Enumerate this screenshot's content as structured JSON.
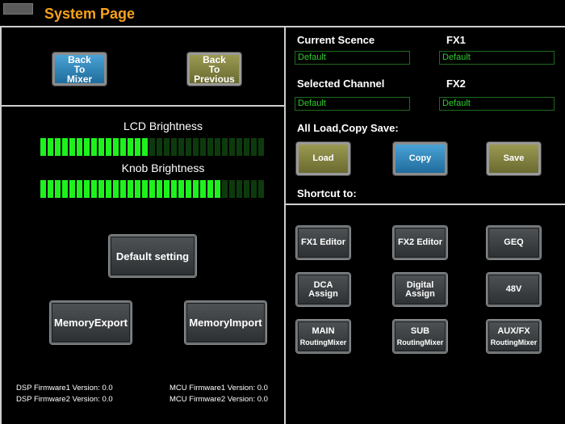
{
  "header": {
    "title": "System Page",
    "back_tab_label": ""
  },
  "left": {
    "back_to_mixer": "Back\nTo\nMixer",
    "back_to_previous": "Back\nTo\nPrevious",
    "lcd_label": "LCD Brightness",
    "lcd_level": 0.47,
    "knob_label": "Knob Brightness",
    "knob_level": 0.82,
    "default_setting": "Default setting",
    "memory_export": "MemoryExport",
    "memory_import": "MemoryImport",
    "dsp_fw1": "DSP Firmware1 Version: 0.0",
    "dsp_fw2": "DSP Firmware2 Version: 0.0",
    "mcu_fw1": "MCU Firmware1 Version: 0.0",
    "mcu_fw2": "MCU Firmware2 Version: 0.0"
  },
  "right": {
    "current_scene_label": "Current Scence",
    "current_scene_value": "Default",
    "fx1_label": "FX1",
    "fx1_value": "Default",
    "selected_channel_label": "Selected Channel",
    "selected_channel_value": "Default",
    "fx2_label": "FX2",
    "fx2_value": "Default",
    "all_load_label": "All Load,Copy Save:",
    "load": "Load",
    "copy": "Copy",
    "save": "Save",
    "shortcut_label": "Shortcut to:",
    "shortcuts": {
      "fx1_editor": "FX1 Editor",
      "fx2_editor": "FX2 Editor",
      "geq": "GEQ",
      "dca_assign": "DCA\nAssign",
      "digital_assign": "Digital\nAssign",
      "v48": "48V",
      "main_title": "MAIN",
      "main_sub": "RoutingMixer",
      "sub_title": "SUB",
      "sub_sub": "RoutingMixer",
      "aux_title": "AUX/FX",
      "aux_sub": "RoutingMixer"
    }
  },
  "colors": {
    "accent": "#f7a21b",
    "meter_on": "#1ef21e",
    "meter_off": "#0d3a0d",
    "field_text": "#2ecc2e"
  }
}
